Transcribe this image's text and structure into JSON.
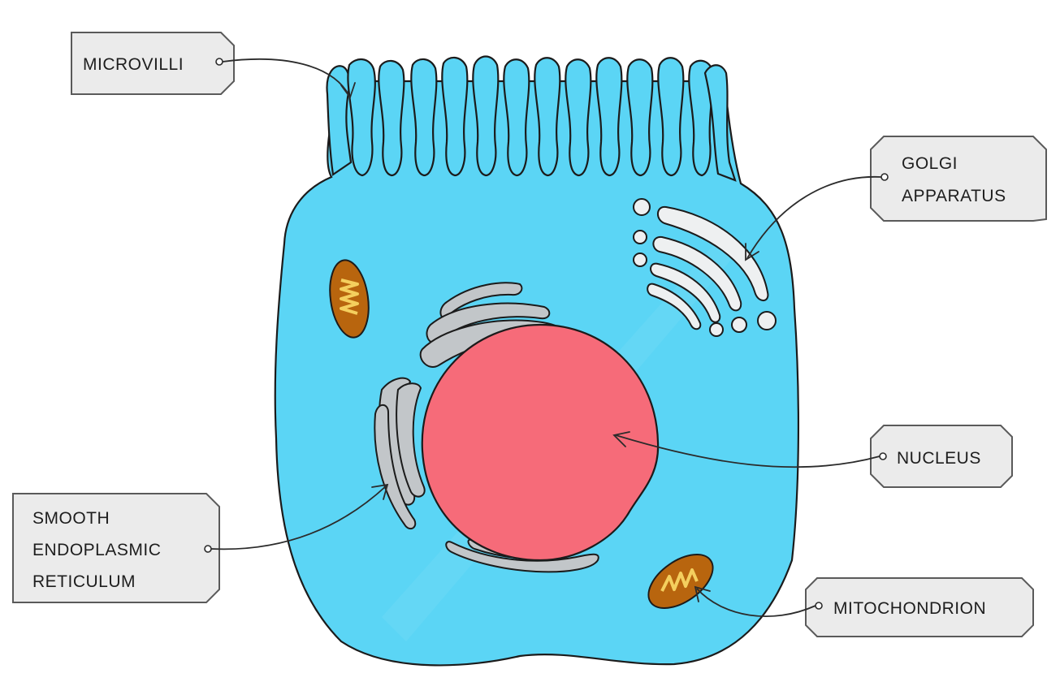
{
  "labels": {
    "microvilli": [
      "MICROVILLI"
    ],
    "golgi": [
      "GOLGI",
      "APPARATUS"
    ],
    "nucleus": [
      "NUCLEUS"
    ],
    "ser": [
      "SMOOTH",
      "ENDOPLASMIC",
      "RETICULUM"
    ],
    "mitochondrion": [
      "MITOCHONDRION"
    ]
  },
  "colors": {
    "cytoplasm": "#5bd5f5",
    "nucleus": "#f66b79",
    "organelle_grey": "#c2c6c9",
    "golgi_white": "#eef0f1",
    "mitochondrion_outer": "#b8650e",
    "mitochondrion_inner": "#f4cf5e",
    "tag_fill": "#ebebeb"
  },
  "icons": {
    "cell": "epithelial-cell-illustration"
  }
}
